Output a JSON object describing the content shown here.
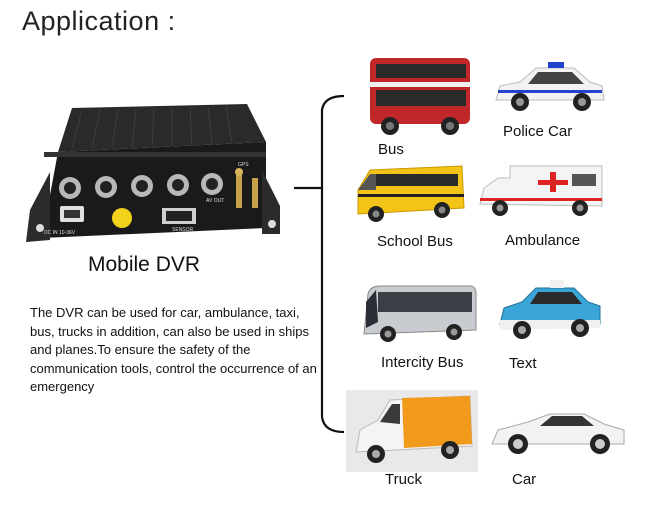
{
  "title": "Application :",
  "device": {
    "label": "Mobile  DVR",
    "panel_text_power": "DC IN 10-36V",
    "panel_text_sensor": "SENSOR",
    "panel_text_av": "AV OUT",
    "panel_text_gps": "GPS"
  },
  "description": "The DVR can be used for  car,  ambulance, taxi, bus, trucks in addition, can also be used in ships and planes.To ensure the safety of the communication tools, control the occurrence of an emergency",
  "vehicles": [
    {
      "label": "Bus",
      "icon": "double-decker-bus-icon",
      "color": "#c0262a"
    },
    {
      "label": "Police Car",
      "icon": "police-car-icon",
      "color": "#f2f2f2"
    },
    {
      "label": "School Bus",
      "icon": "school-bus-icon",
      "color": "#f3c318"
    },
    {
      "label": "Ambulance",
      "icon": "ambulance-icon",
      "color": "#f4f4f4"
    },
    {
      "label": "Intercity Bus",
      "icon": "intercity-bus-icon",
      "color": "#c8ccd0"
    },
    {
      "label": "Text",
      "icon": "taxi-icon",
      "color": "#3aa6d8"
    },
    {
      "label": "Truck",
      "icon": "truck-icon",
      "color": "#f29a1c"
    },
    {
      "label": "Car",
      "icon": "sports-car-icon",
      "color": "#f2f2f2"
    }
  ]
}
